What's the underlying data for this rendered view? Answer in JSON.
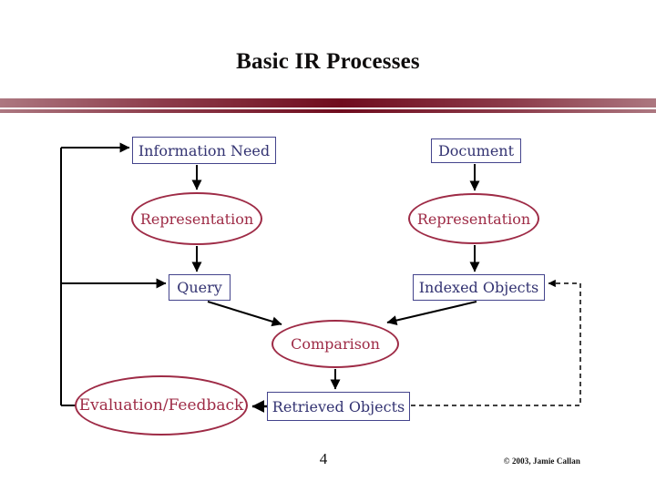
{
  "slide": {
    "title": "Basic IR Processes",
    "page_number": "4",
    "copyright": "© 2003, Jamie Callan"
  },
  "diagram": {
    "nodes": {
      "information_need": {
        "label": "Information Need",
        "shape": "rect"
      },
      "document": {
        "label": "Document",
        "shape": "rect"
      },
      "representation_query": {
        "label": "Representation",
        "shape": "ellipse"
      },
      "representation_document": {
        "label": "Representation",
        "shape": "ellipse"
      },
      "query": {
        "label": "Query",
        "shape": "rect"
      },
      "indexed_objects": {
        "label": "Indexed Objects",
        "shape": "rect"
      },
      "comparison": {
        "label": "Comparison",
        "shape": "ellipse"
      },
      "evaluation_feedback": {
        "label": "Evaluation/Feedback",
        "shape": "ellipse"
      },
      "retrieved_objects": {
        "label": "Retrieved Objects",
        "shape": "rect"
      }
    },
    "edges": [
      {
        "from": "information_need",
        "to": "representation_query",
        "style": "solid"
      },
      {
        "from": "document",
        "to": "representation_document",
        "style": "solid"
      },
      {
        "from": "representation_query",
        "to": "query",
        "style": "solid"
      },
      {
        "from": "representation_document",
        "to": "indexed_objects",
        "style": "solid"
      },
      {
        "from": "query",
        "to": "comparison",
        "style": "solid"
      },
      {
        "from": "indexed_objects",
        "to": "comparison",
        "style": "solid"
      },
      {
        "from": "comparison",
        "to": "retrieved_objects",
        "style": "solid"
      },
      {
        "from": "retrieved_objects",
        "to": "evaluation_feedback",
        "style": "solid"
      },
      {
        "from": "evaluation_feedback",
        "to": "information_need",
        "style": "solid"
      },
      {
        "from": "evaluation_feedback",
        "to": "query",
        "style": "solid"
      },
      {
        "from": "retrieved_objects",
        "to": "indexed_objects",
        "style": "dashed"
      }
    ],
    "colors": {
      "box_border": "#44448c",
      "box_text": "#333372",
      "ellipse_border": "#9e2b46",
      "ellipse_text": "#9e2b46",
      "arrow": "#000000",
      "accent_bar_dark": "#6f0c1e",
      "accent_bar_light": "#ac7780",
      "title_text": "#0f0d0d"
    }
  }
}
